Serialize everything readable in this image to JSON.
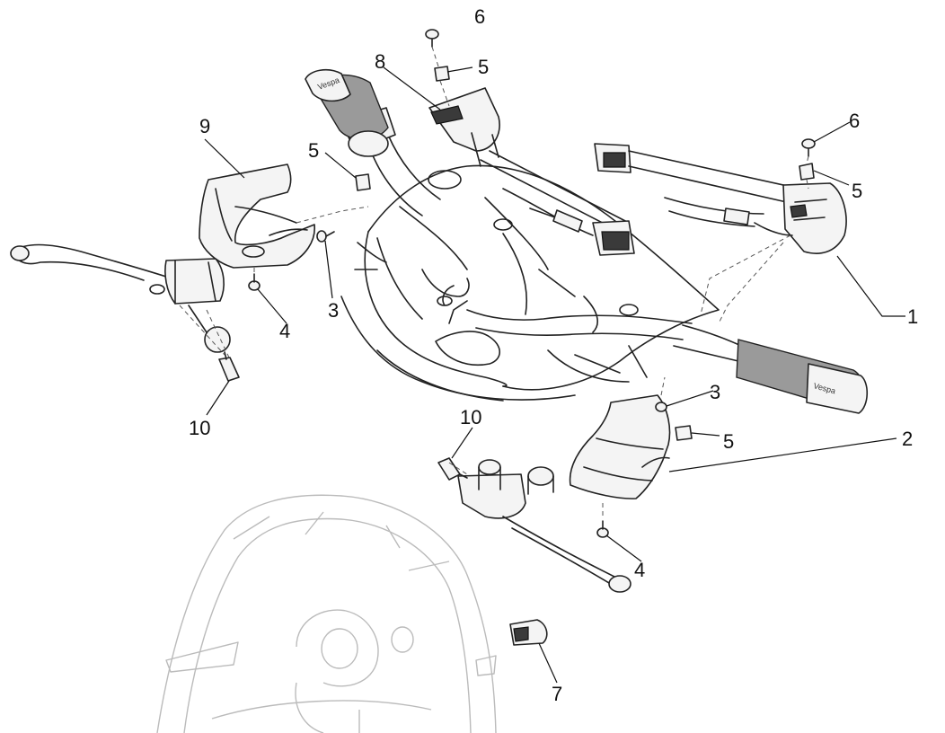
{
  "diagram": {
    "callouts": [
      {
        "id": "c1",
        "label": "1"
      },
      {
        "id": "c2",
        "label": "2"
      },
      {
        "id": "c3a",
        "label": "3"
      },
      {
        "id": "c3b",
        "label": "3"
      },
      {
        "id": "c4a",
        "label": "4"
      },
      {
        "id": "c4b",
        "label": "4"
      },
      {
        "id": "c5a",
        "label": "5"
      },
      {
        "id": "c5b",
        "label": "5"
      },
      {
        "id": "c5c",
        "label": "5"
      },
      {
        "id": "c5d",
        "label": "5"
      },
      {
        "id": "c6a",
        "label": "6"
      },
      {
        "id": "c6b",
        "label": "6"
      },
      {
        "id": "c7",
        "label": "7"
      },
      {
        "id": "c8",
        "label": "8"
      },
      {
        "id": "c9",
        "label": "9"
      },
      {
        "id": "c10a",
        "label": "10"
      },
      {
        "id": "c10b",
        "label": "10"
      }
    ],
    "grip_brand_left": "Vespa",
    "grip_brand_right": "Vespa"
  }
}
